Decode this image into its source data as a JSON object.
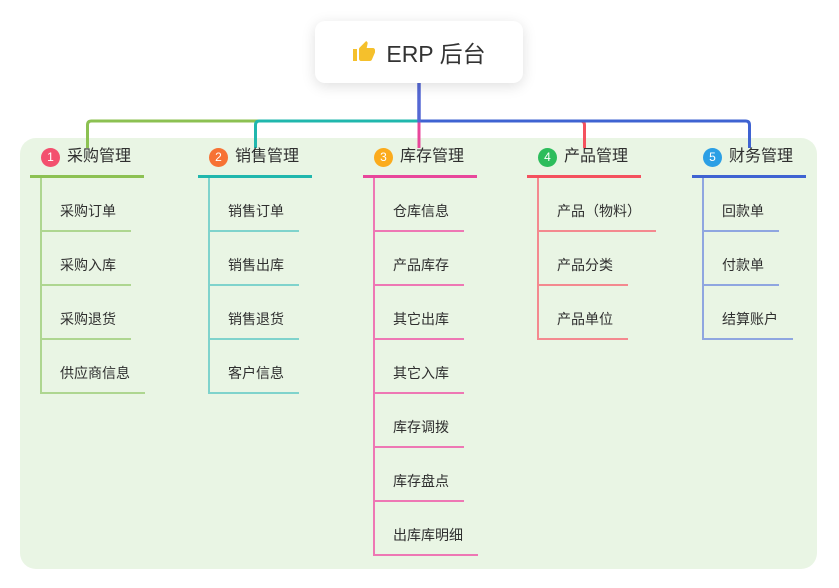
{
  "root": {
    "title": "ERP 后台",
    "icon": "thumbs-up-icon",
    "icon_color": "#f5c02c",
    "connector_color": "#5568d4"
  },
  "panel_color": "#e9f5e4",
  "text_color": "#2f2f2f",
  "branches": [
    {
      "num": "1",
      "label": "采购管理",
      "badge_color": "#f3506e",
      "line_color": "#8cc152",
      "child_line_color": "#aed690",
      "children": [
        "采购订单",
        "采购入库",
        "采购退货",
        "供应商信息"
      ]
    },
    {
      "num": "2",
      "label": "销售管理",
      "badge_color": "#f77234",
      "line_color": "#20b7ad",
      "child_line_color": "#7fd3cc",
      "children": [
        "销售订单",
        "销售出库",
        "销售退货",
        "客户信息"
      ]
    },
    {
      "num": "3",
      "label": "库存管理",
      "badge_color": "#fbab1c",
      "line_color": "#e8479b",
      "child_line_color": "#ee77b4",
      "children": [
        "仓库信息",
        "产品库存",
        "其它出库",
        "其它入库",
        "库存调拨",
        "库存盘点",
        "出库库明细"
      ]
    },
    {
      "num": "4",
      "label": "产品管理",
      "badge_color": "#2dbd5c",
      "line_color": "#f4515e",
      "child_line_color": "#f4898f",
      "children": [
        "产品（物料）",
        "产品分类",
        "产品单位"
      ]
    },
    {
      "num": "5",
      "label": "财务管理",
      "badge_color": "#2b9fe5",
      "line_color": "#3f63d2",
      "child_line_color": "#8fa6e0",
      "children": [
        "回款单",
        "付款单",
        "结算账户"
      ]
    }
  ]
}
